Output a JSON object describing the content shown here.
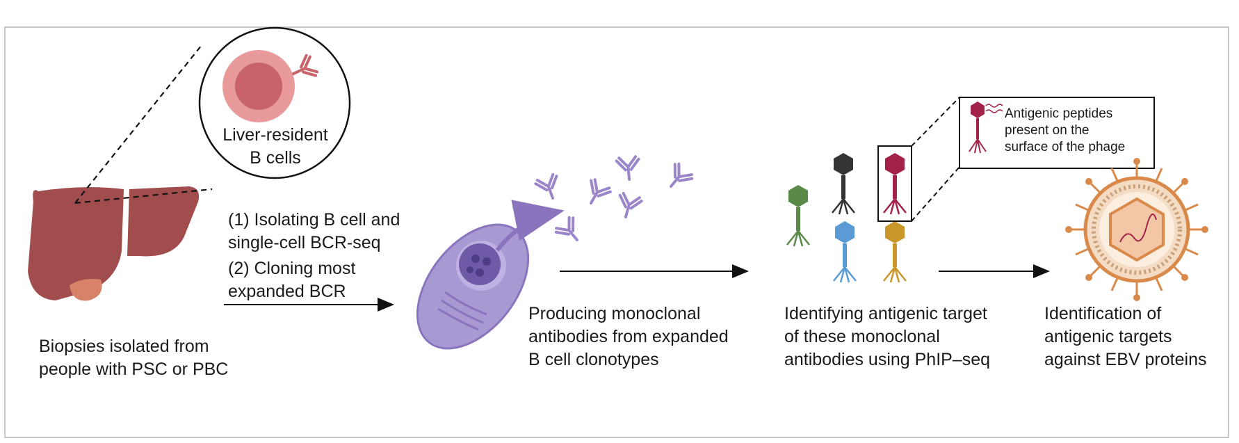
{
  "circle_label": "Liver-resident\nB cells",
  "callout_label": "Antigenic peptides\npresent on the\nsurface of the phage",
  "steps": [
    {
      "text": "Biopsies isolated from\npeople with PSC or PBC"
    },
    {
      "text": "(1) Isolating B cell and\n     single-cell BCR-seq"
    },
    {
      "text": "(2) Cloning most\n     expanded BCR"
    },
    {
      "text": "Producing monoclonal\nantibodies from expanded\nB cell clonotypes"
    },
    {
      "text": "Identifying antigenic target\nof these monoclonal\nantibodies using PhIP–seq"
    },
    {
      "text": "Identification of\nantigenic targets\nagainst EBV proteins"
    }
  ],
  "colors": {
    "liver": "#a24d4d",
    "gallbladder": "#d9826a",
    "bcell_outer": "#e89a9a",
    "bcell_inner": "#c9636a",
    "plasma_cell": "#9b86c9",
    "antibody": "#9b86c9",
    "phage_green": "#5a8a4a",
    "phage_black": "#333333",
    "phage_crimson": "#a3224a",
    "phage_blue": "#5b9bd5",
    "phage_gold": "#c9962a",
    "virus": "#d98a4a"
  }
}
